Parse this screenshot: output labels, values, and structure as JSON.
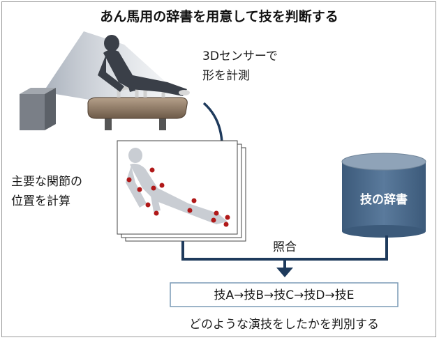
{
  "title": "あん馬用の辞書を用意して技を判断する",
  "sensor_label": {
    "line1": "3Dセンサーで",
    "line2": "形を計測"
  },
  "joints_label": {
    "line1": "主要な関節の",
    "line2": "位置を計算"
  },
  "dictionary_label": "技の辞書",
  "match_label": "照合",
  "sequence": "技A→技B→技C→技D→技E",
  "result_label": "どのような演技をしたかを判別する",
  "colors": {
    "navy": "#1e3a5c",
    "cylinder_body": "#4a6a8c",
    "cylinder_top": "#8fa3b8",
    "joint_dot": "#b01818",
    "sequence_border": "#7a9ab5"
  }
}
